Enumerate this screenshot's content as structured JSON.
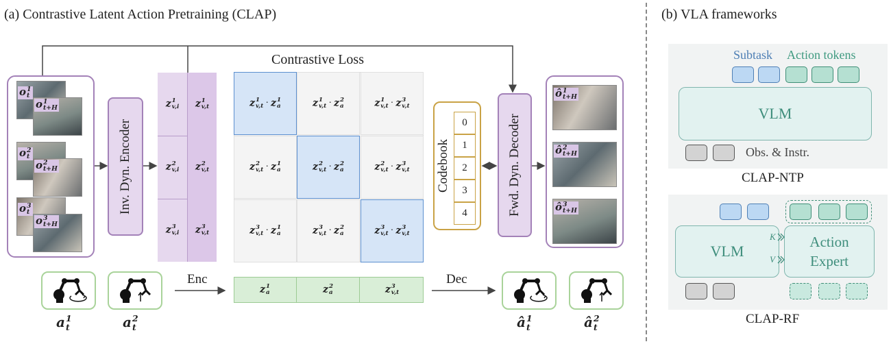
{
  "left_panel": {
    "title": "(a) Contrastive Latent Action Pretraining (CLAP)",
    "contrastive_loss": "Contrastive Loss",
    "encoder_label": "Inv. Dyn. Encoder",
    "decoder_label": "Fwd. Dyn. Decoder",
    "codebook": {
      "label": "Codebook",
      "entries": [
        "0",
        "1",
        "2",
        "3",
        "4"
      ]
    },
    "enc_label": "Enc",
    "dec_label": "Dec",
    "input_frames": [
      {
        "top": "o",
        "top_sup": "1",
        "top_sub": "t",
        "bottom": "o",
        "bottom_sup": "1",
        "bottom_sub": "t+H"
      },
      {
        "top": "o",
        "top_sup": "2",
        "top_sub": "t",
        "bottom": "o",
        "bottom_sup": "2",
        "bottom_sub": "t+H"
      },
      {
        "top": "o",
        "top_sup": "3",
        "top_sub": "t",
        "bottom": "o",
        "bottom_sup": "3",
        "bottom_sub": "t+H"
      }
    ],
    "output_frames": [
      {
        "label": "ô",
        "sup": "1",
        "sub": "t+H"
      },
      {
        "label": "ô",
        "sup": "2",
        "sub": "t+H"
      },
      {
        "label": "ô",
        "sup": "3",
        "sub": "t+H"
      }
    ],
    "latent_column_i": [
      {
        "base": "z",
        "sup": "1",
        "sub": "v,i"
      },
      {
        "base": "z",
        "sup": "2",
        "sub": "v,i"
      },
      {
        "base": "z",
        "sup": "3",
        "sub": "v,i"
      }
    ],
    "latent_column_t": [
      {
        "base": "z",
        "sup": "1",
        "sub": "v,t"
      },
      {
        "base": "z",
        "sup": "2",
        "sub": "v,t"
      },
      {
        "base": "z",
        "sup": "3",
        "sub": "v,t"
      }
    ],
    "matrix": [
      [
        {
          "a_sup": "1",
          "a_sub": "v,t",
          "b_sup": "1",
          "b_sub": "a"
        },
        {
          "a_sup": "1",
          "a_sub": "v,t",
          "b_sup": "2",
          "b_sub": "a"
        },
        {
          "a_sup": "1",
          "a_sub": "v,t",
          "b_sup": "3",
          "b_sub": "v,t"
        }
      ],
      [
        {
          "a_sup": "2",
          "a_sub": "v,t",
          "b_sup": "1",
          "b_sub": "a"
        },
        {
          "a_sup": "2",
          "a_sub": "v,t",
          "b_sup": "2",
          "b_sub": "a"
        },
        {
          "a_sup": "2",
          "a_sub": "v,t",
          "b_sup": "3",
          "b_sub": "v,t"
        }
      ],
      [
        {
          "a_sup": "3",
          "a_sub": "v,t",
          "b_sup": "1",
          "b_sub": "a"
        },
        {
          "a_sup": "3",
          "a_sub": "v,t",
          "b_sup": "2",
          "b_sub": "a"
        },
        {
          "a_sup": "3",
          "a_sub": "v,t",
          "b_sup": "3",
          "b_sub": "v,t"
        }
      ]
    ],
    "action_latents": [
      {
        "base": "z",
        "sup": "1",
        "sub": "a"
      },
      {
        "base": "z",
        "sup": "2",
        "sub": "a"
      },
      {
        "base": "z",
        "sup": "3",
        "sub": "v,t"
      }
    ],
    "actions_in": [
      {
        "base": "a",
        "sup": "1",
        "sub": "t"
      },
      {
        "base": "a",
        "sup": "2",
        "sub": "t"
      }
    ],
    "actions_out": [
      {
        "base": "â",
        "sup": "1",
        "sub": "t"
      },
      {
        "base": "â",
        "sup": "2",
        "sub": "t"
      }
    ]
  },
  "right_panel": {
    "title": "(b) VLA frameworks",
    "ntp": {
      "subtask_label": "Subtask",
      "action_tokens_label": "Action tokens",
      "vlm_label": "VLM",
      "obs_label": "Obs. & Instr.",
      "caption": "CLAP-NTP"
    },
    "rf": {
      "vlm_label": "VLM",
      "expert_label_line1": "Action",
      "expert_label_line2": "Expert",
      "k_label": "K",
      "v_label": "V",
      "caption": "CLAP-RF"
    }
  },
  "colors": {
    "purple_fill": "#e6d8ee",
    "purple_border": "#a381b8",
    "blue_diag": "#d6e5f7",
    "green_fill": "#d9eed7",
    "codebook_border": "#c9a245",
    "teal_border": "#7fb5ad"
  }
}
